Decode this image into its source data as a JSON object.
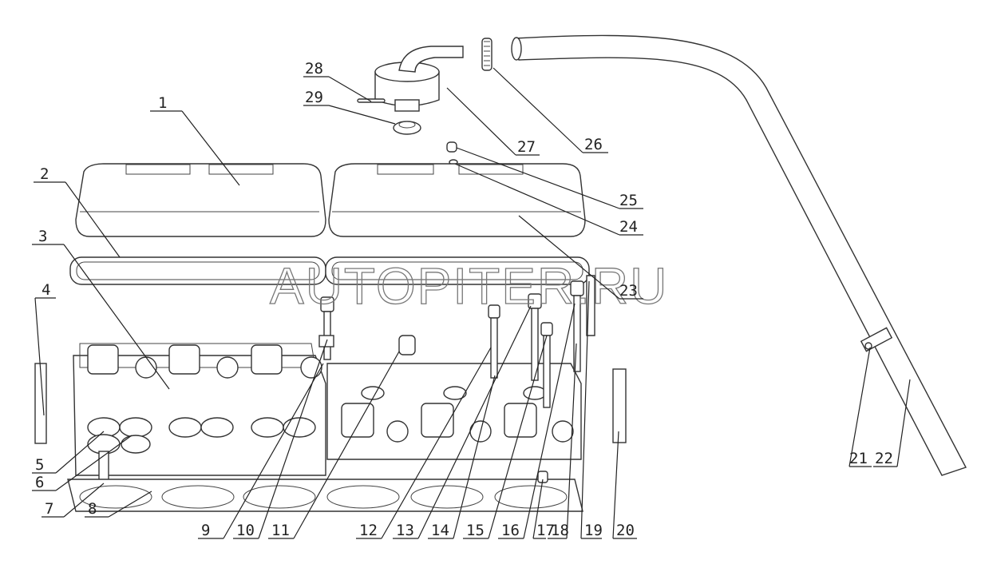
{
  "diagram": {
    "title": "Cylinder head and valve cover assembly",
    "watermark": "AUTOPITER.RU",
    "callouts": [
      "1",
      "2",
      "3",
      "4",
      "5",
      "6",
      "7",
      "8",
      "9",
      "10",
      "11",
      "12",
      "13",
      "14",
      "15",
      "16",
      "17",
      "18",
      "19",
      "20",
      "21",
      "22",
      "23",
      "24",
      "25",
      "26",
      "27",
      "28",
      "29"
    ]
  }
}
